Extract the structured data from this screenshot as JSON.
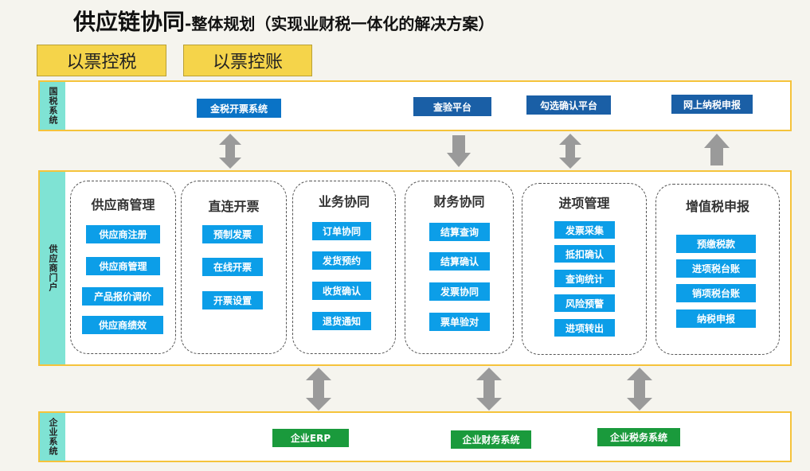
{
  "header": {
    "title": "供应链协同",
    "subtitle": "-整体规划（实现业财税一体化的解决方案）"
  },
  "tags": [
    "以票控税",
    "以票控账"
  ],
  "bands": {
    "tax": {
      "label": "国税系统",
      "items": [
        "金税开票系统",
        "查验平台",
        "勾选确认平台",
        "网上纳税申报"
      ]
    },
    "portal": {
      "label": "供应商门户"
    },
    "enterprise": {
      "label": "企业系统",
      "items": [
        "企业ERP",
        "企业财务系统",
        "企业税务系统"
      ]
    }
  },
  "modules": [
    {
      "title": "供应商管理",
      "items": [
        "供应商注册",
        "供应商管理",
        "产品报价调价",
        "供应商绩效"
      ]
    },
    {
      "title": "直连开票",
      "items": [
        "预制发票",
        "在线开票",
        "开票设置"
      ]
    },
    {
      "title": "业务协同",
      "items": [
        "订单协同",
        "发货预约",
        "收货确认",
        "退货通知"
      ]
    },
    {
      "title": "财务协同",
      "items": [
        "结算查询",
        "结算确认",
        "发票协同",
        "票单验对"
      ]
    },
    {
      "title": "进项管理",
      "items": [
        "发票采集",
        "抵扣确认",
        "查询统计",
        "风险预警",
        "进项转出"
      ]
    },
    {
      "title": "增值税申报",
      "items": [
        "预缴税款",
        "进项税台账",
        "销项税台账",
        "纳税申报"
      ]
    }
  ],
  "colors": {
    "accent_yellow": "#f5c33b",
    "side_teal": "#7fe3d4",
    "item_blue": "#0c9ee8",
    "tax_blue": "#0a73c6",
    "erp_green": "#1a9a3c",
    "arrow_grey": "#9a9a9a"
  }
}
